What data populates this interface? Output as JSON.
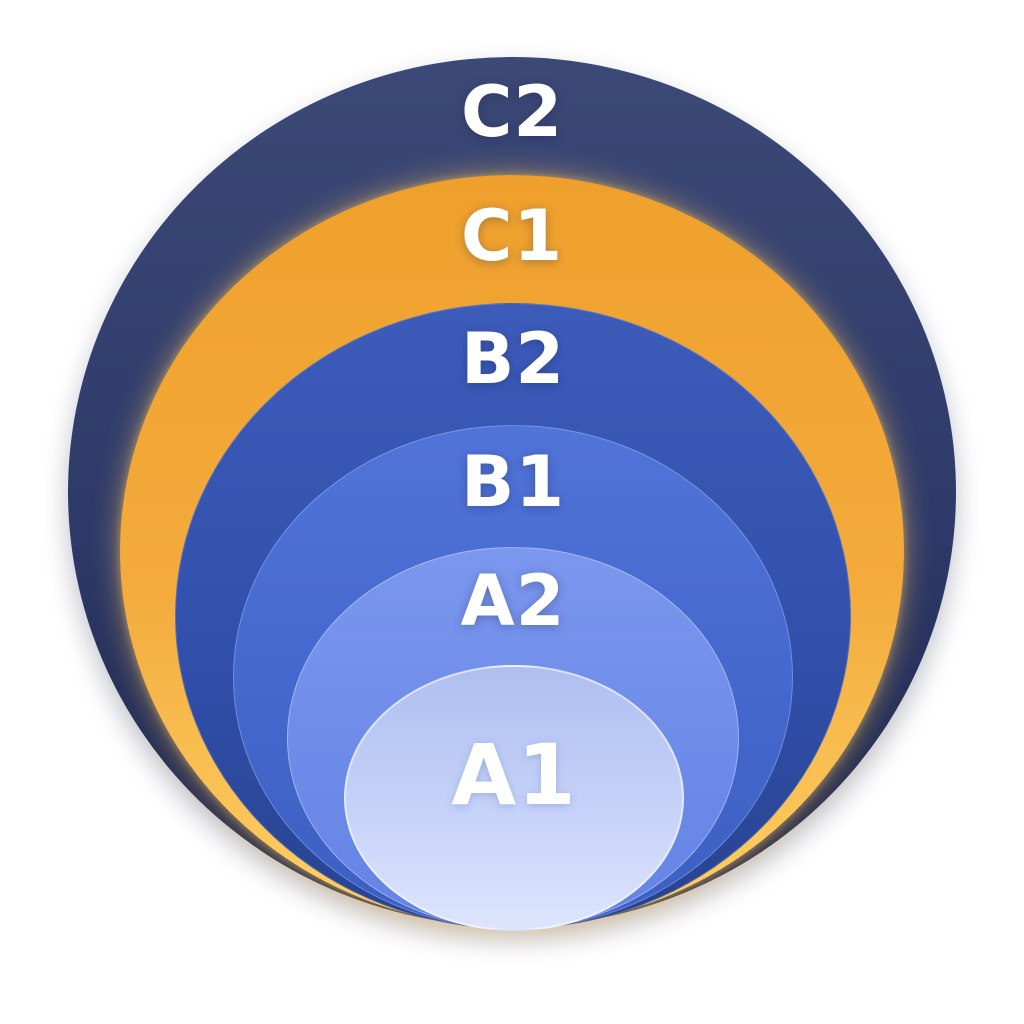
{
  "diagram": {
    "background_color": "#ffffff",
    "text_color": "#ffffff",
    "rings": [
      {
        "id": "c2",
        "label": "C2",
        "gradient": [
          "#3c4977",
          "#2d3a69",
          "#1c2549"
        ],
        "text_color": "#ffffff"
      },
      {
        "id": "c1",
        "label": "C1",
        "gradient": [
          "#efa02c",
          "#f3ab3c",
          "#ffd166"
        ],
        "glow_color": "#ffd166",
        "text_color": "#ffffff"
      },
      {
        "id": "b2",
        "label": "B2",
        "gradient": [
          "#3d5cba",
          "#3150ab",
          "#27428f"
        ],
        "text_color": "#ffffff"
      },
      {
        "id": "b1",
        "label": "B1",
        "gradient": [
          "#5174d9",
          "#4467cd",
          "#3c5fc2"
        ],
        "text_color": "#ffffff"
      },
      {
        "id": "a2",
        "label": "A2",
        "gradient": [
          "#7b97ee",
          "#6d8be8",
          "#6583e4"
        ],
        "text_color": "#ffffff"
      },
      {
        "id": "a1",
        "label": "A1",
        "gradient": [
          "#aebff0",
          "#c6d2f8",
          "#dde5fd"
        ],
        "text_color": "#ffffff"
      }
    ]
  }
}
